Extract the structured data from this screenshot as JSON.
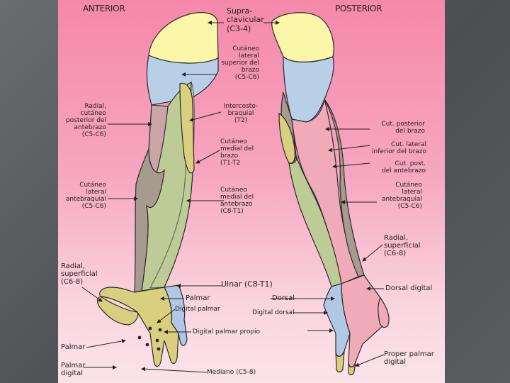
{
  "diagram": {
    "heading_anterior": "ANTERIOR",
    "heading_posterior": "POSTERIOR",
    "supraclavicular": [
      "Supra-",
      "clavicular",
      "(C3-4)"
    ],
    "cutaneo_lateral_superior": [
      "Cutáneo",
      "lateral",
      "superior del",
      "brazo",
      "(C5-C6)"
    ],
    "intercostobraquial": [
      "Intercosto-",
      "braquial",
      "(T2)"
    ],
    "cutaneo_medial_brazo": [
      "Cutáneo",
      "medial del",
      "brazo",
      "(T1-T2"
    ],
    "cutaneo_medial_antebrazo": [
      "Cutáneo",
      "medial del",
      "antebrazo",
      "(C8-T1)"
    ],
    "radial_posterior_antebrazo": [
      "Radial,",
      "cutáneo",
      "posterior del",
      "antebrazo",
      "(C5-C6)"
    ],
    "cutaneo_lateral_antebraquial_left": [
      "Cutáneo",
      "lateral",
      "antebraquial",
      "(C5-C6)"
    ],
    "radial_superficial_left": [
      "Radial,",
      "superficial",
      "(C6-8)"
    ],
    "palmar_center": "Palmar",
    "digital_palmar": "Digital palmar",
    "digital_palmar_propio": "Digital palmar propio",
    "palmar_left": "Palmar",
    "palmar_digital_left": [
      "Palmar",
      "digital"
    ],
    "mediano": "Mediano (C5-8)",
    "ulnar": "Ulnar (C8-T1)",
    "dorsal": "Dorsal",
    "digital_dorsal": "Digital dorsal",
    "cut_posterior_brazo": [
      "Cut. posterior",
      "del brazo"
    ],
    "cut_lateral_inferior": [
      "Cut. lateral",
      "inferior del brazo"
    ],
    "cut_post_antebrazo": [
      "Cut.  post.",
      "del antebrazo"
    ],
    "cutaneo_lateral_antebraquial_right": [
      "Cutáneo",
      "lateral",
      "antebraquial",
      "(C5-C6)"
    ],
    "radial_superficial_right": [
      "Radial,",
      "superficial",
      "(C6-8)"
    ],
    "dorsal_digital": "Dorsal digital",
    "proper_palmar_digital": [
      "Proper palmar",
      "digital"
    ]
  },
  "colors": {
    "supraclavicular": "#fbf6a8",
    "axillary": "#b9cfe8",
    "radial": "#a79a8f",
    "musculocutaneous": "#bdcc96",
    "median": "#d9cf7f",
    "ulnar": "#b0c7e6",
    "medial_cutaneous": "#f1aab8",
    "intercostobrachial": "#cf97a0",
    "outline": "#2a2a2a",
    "panel_top": "#f588aa",
    "panel_bottom": "#fbe3ea"
  }
}
